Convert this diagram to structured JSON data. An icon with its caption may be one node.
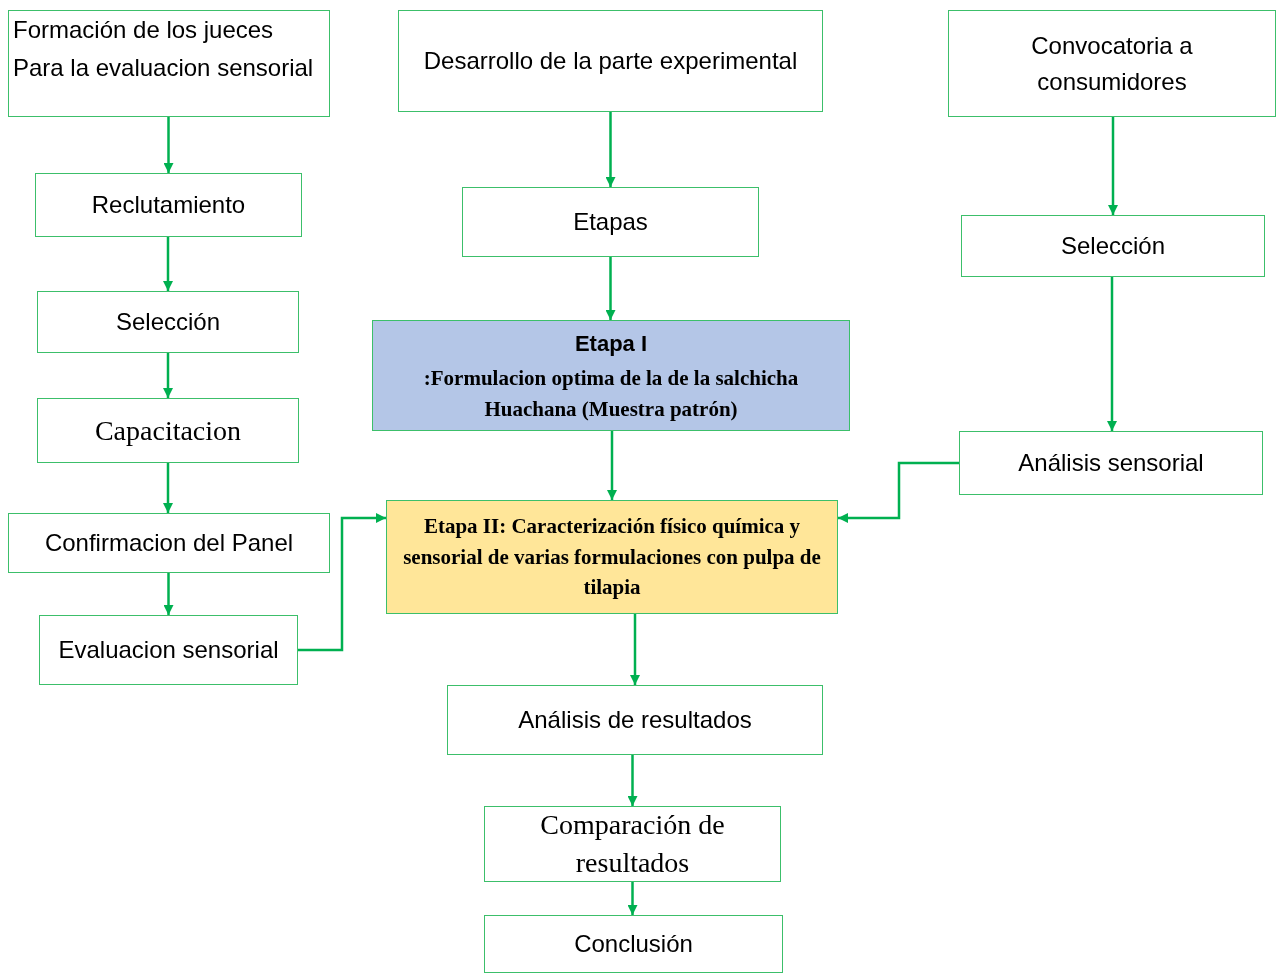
{
  "diagram": {
    "nodes": [
      {
        "text": [
          "Formación de los jueces Para la evaluacion sensorial"
        ]
      },
      {
        "text": [
          "Reclutamiento"
        ]
      },
      {
        "text": [
          "Selección"
        ]
      },
      {
        "text": [
          "Capacitacion"
        ]
      },
      {
        "text": [
          "Confirmacion del Panel"
        ]
      },
      {
        "text": [
          "Evaluacion sensorial"
        ]
      },
      {
        "text": [
          "Desarrollo de la parte experimental"
        ]
      },
      {
        "text": [
          "Etapas"
        ]
      },
      {
        "text": [
          "Etapa I",
          ":Formulacion optima de la de la salchicha Huachana (Muestra patrón)"
        ]
      },
      {
        "text": [
          "Etapa II: Caracterización físico química y sensorial de varias formulaciones con pulpa de tilapia"
        ]
      },
      {
        "text": [
          "Análisis de resultados"
        ]
      },
      {
        "text": [
          "Comparación de resultados"
        ]
      },
      {
        "text": [
          "Conclusión"
        ]
      },
      {
        "text": [
          "Convocatoria a consumidores"
        ]
      },
      {
        "text": [
          "Selección"
        ]
      },
      {
        "text": [
          "Análisis sensorial"
        ]
      }
    ],
    "edges": [
      {
        "from": 0,
        "to": 1,
        "arrow": "to"
      },
      {
        "from": 1,
        "to": 2,
        "arrow": "to"
      },
      {
        "from": 2,
        "to": 3,
        "arrow": "to"
      },
      {
        "from": 3,
        "to": 4,
        "arrow": "to"
      },
      {
        "from": 4,
        "to": 5,
        "arrow": "to"
      },
      {
        "from": 5,
        "to": 9,
        "arrow": "to"
      },
      {
        "from": 6,
        "to": 7,
        "arrow": "to"
      },
      {
        "from": 7,
        "to": 8,
        "arrow": "to"
      },
      {
        "from": 8,
        "to": 9,
        "arrow": "to"
      },
      {
        "from": 9,
        "to": 10,
        "arrow": "to"
      },
      {
        "from": 10,
        "to": 11,
        "arrow": "to"
      },
      {
        "from": 11,
        "to": 12,
        "arrow": "to"
      },
      {
        "from": 13,
        "to": 14,
        "arrow": "to"
      },
      {
        "from": 14,
        "to": 15,
        "arrow": "to"
      },
      {
        "from": 15,
        "to": 9,
        "arrow": "to"
      }
    ]
  }
}
